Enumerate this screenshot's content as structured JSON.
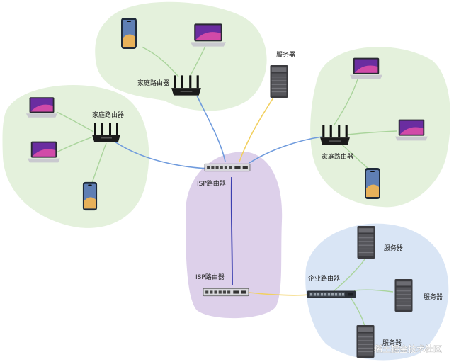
{
  "labels": {
    "home_router": "家庭路由器",
    "isp_router": "ISP路由器",
    "server": "服务器",
    "enterprise_router": "企业路由器"
  },
  "watermark": "稀土掘金技术社区",
  "colors": {
    "home_blob": "#e4f1dc",
    "isp_blob": "#ddd0ea",
    "enterprise_blob": "#d9e5f5",
    "link_blue": "#6f9bdd",
    "link_yellow": "#f2d060",
    "link_darkblue": "#3b3fb0",
    "wifi_green": "#a9d49b"
  }
}
